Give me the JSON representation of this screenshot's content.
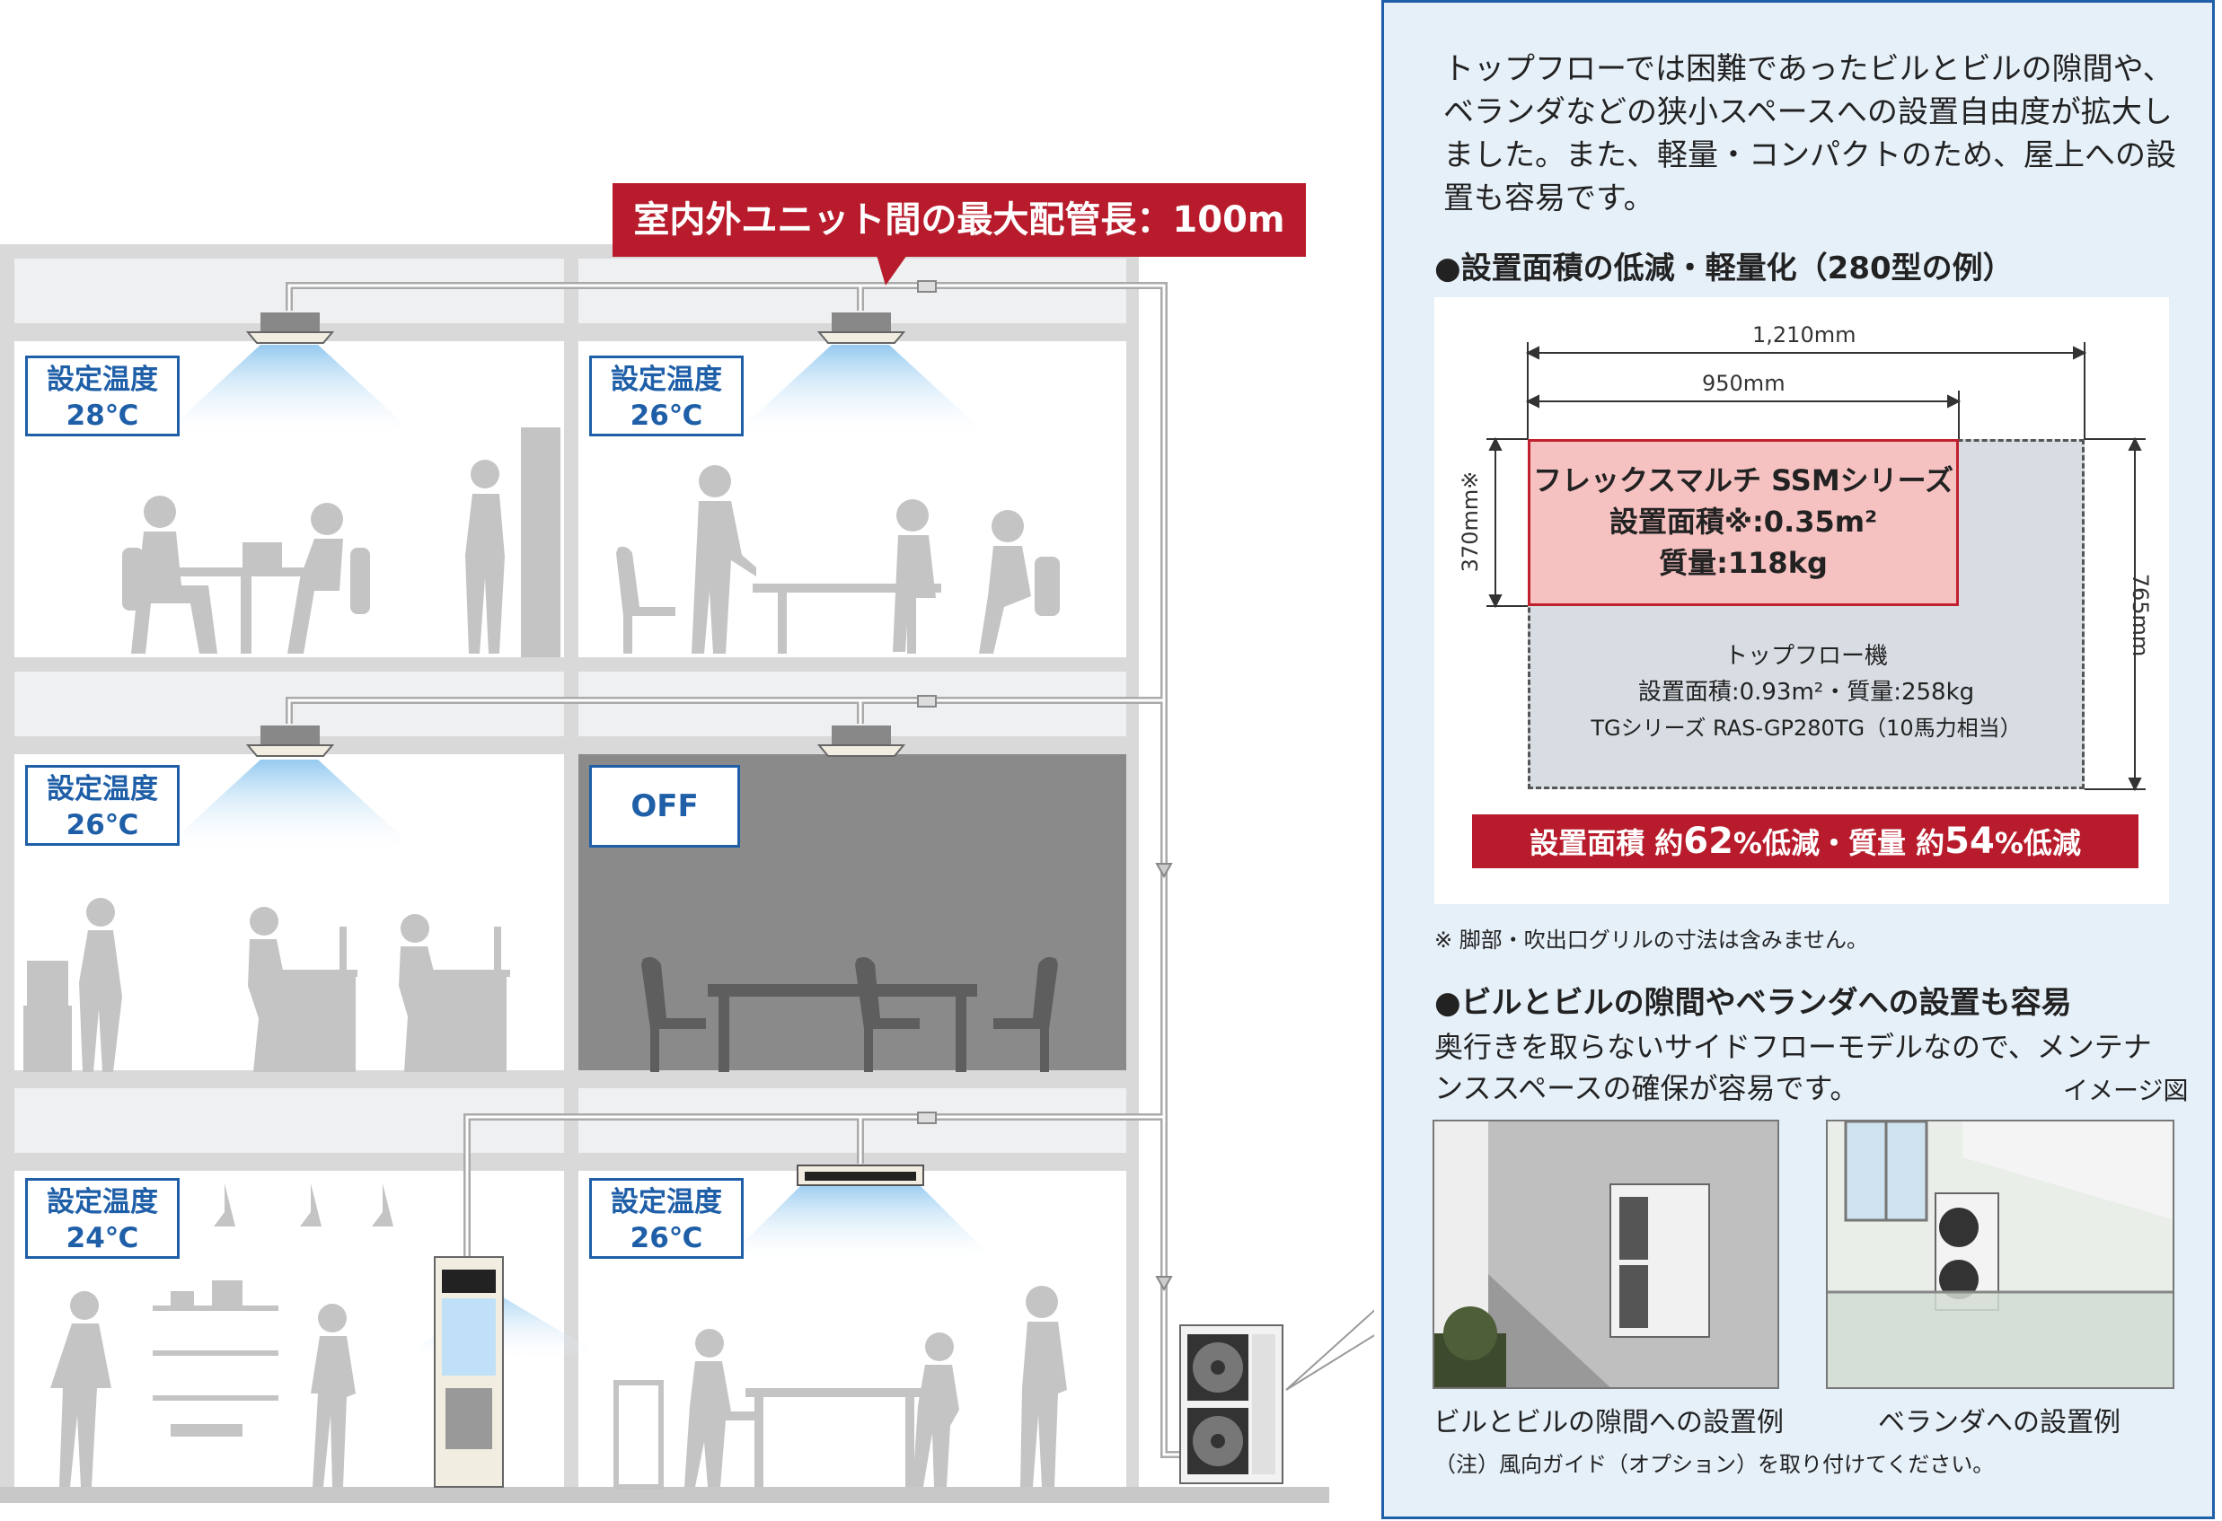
{
  "pipe_callout": "室内外ユニット間の最大配管長：100m",
  "rooms": [
    {
      "id": "top-left",
      "temp_label": "設定温度",
      "temp_value": "28℃"
    },
    {
      "id": "top-right",
      "temp_label": "設定温度",
      "temp_value": "26℃"
    },
    {
      "id": "mid-left",
      "temp_label": "設定温度",
      "temp_value": "26℃"
    },
    {
      "id": "mid-right",
      "status": "OFF"
    },
    {
      "id": "bottom-left",
      "temp_label": "設定温度",
      "temp_value": "24℃"
    },
    {
      "id": "bottom-right",
      "temp_label": "設定温度",
      "temp_value": "26℃"
    }
  ],
  "right_panel": {
    "intro": "トップフローでは困難であったビルとビルの隙間や、ベランダなどの狭小スペースへの設置自由度が拡大しました。また、軽量・コンパクトのため、屋上への設置も容易です。",
    "section1_title": "●設置面積の低減・軽量化（280型の例）",
    "dims": {
      "width_topflow": "1,210mm",
      "width_ssm": "950mm",
      "depth_ssm": "370mm※",
      "depth_topflow": "765mm"
    },
    "ssm": {
      "line1": "フレックスマルチ SSMシリーズ",
      "line2": "設置面積※:0.35m²",
      "line3": "質量:118kg"
    },
    "topflow": {
      "line1": "トップフロー機",
      "line2": "設置面積:0.93m²・質量:258kg",
      "line3": "TGシリーズ RAS-GP280TG（10馬力相当）"
    },
    "reduction": {
      "p1": "設置面積 約",
      "n1": "62",
      "p2": "%低減・質量 約",
      "n2": "54",
      "p3": "%低減"
    },
    "footnote": "※ 脚部・吹出口グリルの寸法は含みません。",
    "section2_title": "●ビルとビルの隙間やベランダへの設置も容易",
    "section2_text": "奥行きを取らないサイドフローモデルなので、メンテナンススペースの確保が容易です。",
    "image_note": "イメージ図",
    "caption_gap": "ビルとビルの隙間への設置例",
    "caption_veranda": "ベランダへの設置例",
    "note": "（注）風向ガイド（オプション）を取り付けてください。"
  }
}
